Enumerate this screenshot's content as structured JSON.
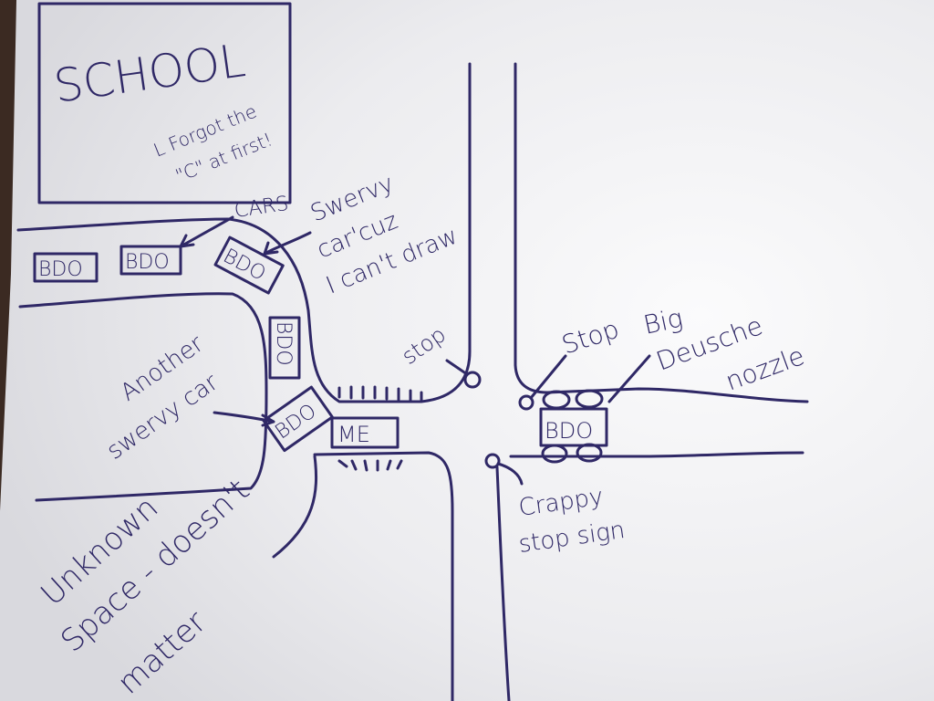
{
  "school": {
    "title": "SCHOOL",
    "note_line1": "L Forgot the",
    "note_line2": "\"C\" at first!"
  },
  "labels": {
    "cars": "CARS",
    "swervy_line1": "Swervy",
    "swervy_line2": "car'cuz",
    "swervy_line3": "I can't draw",
    "another_line1": "Another",
    "another_line2": "swervy car",
    "stop_left": "stop",
    "stop_right": "Stop",
    "big_line1": "Big",
    "big_line2": "Deusche",
    "big_line3": "nozzle",
    "crappy_line1": "Crappy",
    "crappy_line2": "stop sign",
    "unknown_line1": "Unknown",
    "unknown_line2": "Space - doesn't",
    "unknown_line3": "matter",
    "me_car": "ME",
    "car_mark": "BDO"
  },
  "colors": {
    "ink": "#2f2866",
    "paper": "#f3f3f5"
  }
}
